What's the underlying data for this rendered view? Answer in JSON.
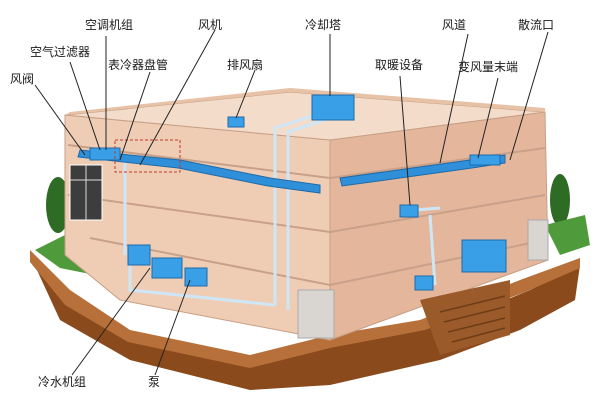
{
  "labels": {
    "ac_unit": "空调机组",
    "air_filter": "空气过滤器",
    "damper": "风阀",
    "cooling_coil": "表冷器盘管",
    "fan": "风机",
    "exhaust_fan": "排风扇",
    "cooling_tower": "冷却塔",
    "heating_equipment": "取暖设备",
    "air_duct": "风道",
    "vav_terminal": "变风量末端",
    "diffuser": "散流口",
    "chiller": "冷水机组",
    "pump": "泵"
  },
  "colors": {
    "wall_face": "#efcdb5",
    "wall_side": "#e4b79c",
    "roof": "#f3dcc9",
    "duct": "#2f8fd8",
    "equipment": "#39a0e8",
    "pipe": "#cfe6f7",
    "ground": "#8a4a1c",
    "grass": "#3f8a32"
  }
}
